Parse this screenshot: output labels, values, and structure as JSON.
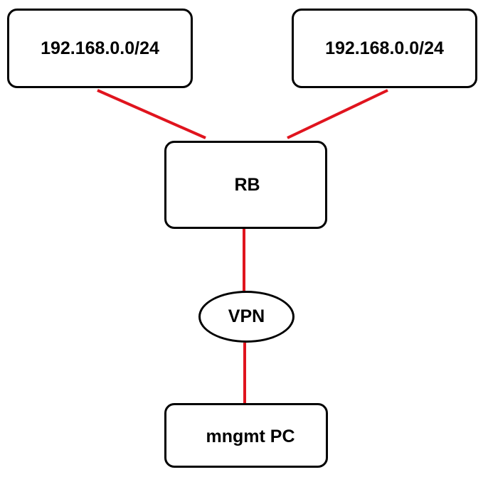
{
  "nodes": {
    "left_network": {
      "label": "192.168.0.0/24"
    },
    "right_network": {
      "label": "192.168.0.0/24"
    },
    "router": {
      "label": "RB"
    },
    "vpn": {
      "label": "VPN"
    },
    "mgmt_pc": {
      "label": "mngmt PC"
    }
  },
  "colors": {
    "link": "#e0141e",
    "border": "#000000",
    "background": "#ffffff"
  }
}
